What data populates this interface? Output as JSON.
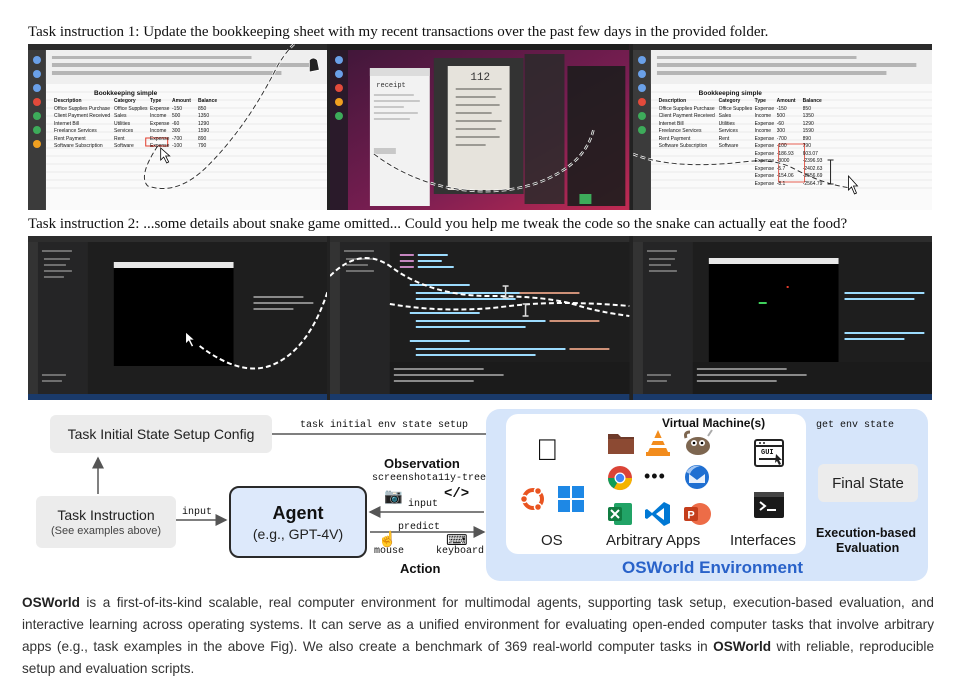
{
  "task1": {
    "label": "Task instruction 1: Update the bookkeeping sheet with my recent transactions over the past few days in the provided folder."
  },
  "task2": {
    "label": "Task instruction 2: ...some details about snake game omitted... Could you help me tweak the code so the snake can actually eat the food?"
  },
  "screens": {
    "sheet_title": "Bookkeeping simple",
    "sheet_headers": [
      "Description",
      "Category",
      "Type",
      "Amount",
      "Balance"
    ],
    "sheet_rows": [
      [
        "Office Supplies Purchase",
        "Office Supplies",
        "Expense",
        "-150",
        "850"
      ],
      [
        "Client Payment Received",
        "Sales",
        "Income",
        "500",
        "1350"
      ],
      [
        "Internet Bill",
        "Utilities",
        "Expense",
        "-60",
        "1290"
      ],
      [
        "Freelance Services",
        "Services",
        "Income",
        "300",
        "1590"
      ],
      [
        "Rent Payment",
        "Rent",
        "Expense",
        "-700",
        "890"
      ],
      [
        "Software Subscription",
        "Software",
        "Expense",
        "-100",
        "790"
      ]
    ],
    "extra_rows": [
      [
        "Expense",
        "-186.93",
        "603.07"
      ],
      [
        "Expense",
        "-3000",
        "-2396.93"
      ],
      [
        "Expense",
        "-5.7",
        "-2402.63"
      ],
      [
        "Expense",
        "-154.06",
        "-2556.69"
      ],
      [
        "Expense",
        "-8.1",
        "-2564.79"
      ]
    ],
    "receipt_word": "receipt",
    "receipt_number": "112"
  },
  "diagram": {
    "setup_config": "Task Initial State Setup Config",
    "setup_arrow": "task initial env state setup",
    "get_env_state": "get env state",
    "final_state": "Final State",
    "execution_eval_1": "Execution-based",
    "execution_eval_2": "Evaluation",
    "vm_label": "Virtual Machine(s)",
    "os_label": "OS",
    "apps_label": "Arbitrary Apps",
    "interfaces_label": "Interfaces",
    "env_label": "OSWorld Environment",
    "task_instruction": "Task Instruction",
    "task_instruction_sub": "(See examples above)",
    "input_left": "input",
    "agent": "Agent",
    "agent_sub": "(e.g., GPT-4V)",
    "observation": "Observation",
    "screenshot": "screenshot",
    "a11y_tree": "a11y-tree",
    "input_obs": "input",
    "predict": "predict",
    "mouse": "mouse",
    "keyboard": "keyboard",
    "action": "Action",
    "dots": "•••",
    "gui_badge": "GUI"
  },
  "paragraph": {
    "b1": "OSWorld",
    "t1": " is a first-of-its-kind scalable, real computer environment for multimodal agents, supporting task setup, execution-based evaluation, and interactive learning across operating systems. It can serve as a unified environment for evaluating open-ended computer tasks that involve arbitrary apps (e.g., task examples in the above Fig). We also create a benchmark of 369 real-world computer tasks in ",
    "b2": "OSWorld",
    "t2": " with reliable, reproducible setup and evaluation scripts."
  },
  "colors": {
    "accent": "#2962c9",
    "env_panel": "#d6e5fa",
    "agent_fill": "#dde9fb",
    "box_gray": "#ececec"
  }
}
